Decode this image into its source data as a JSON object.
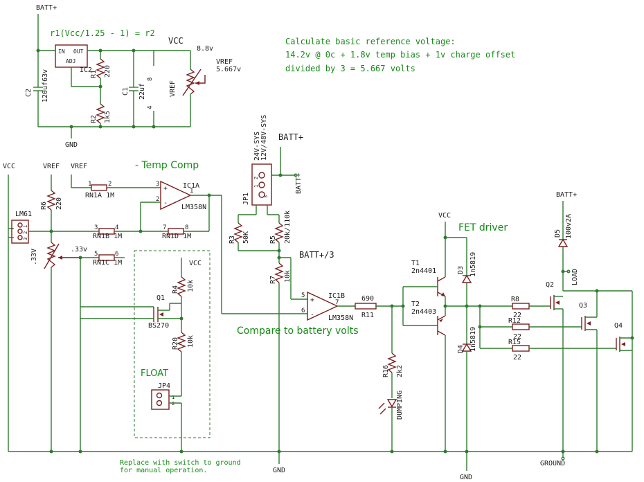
{
  "title_formula": "r1(Vcc/1.25 - 1) = r2",
  "calc_notes": [
    "Calculate basic reference voltage:",
    "14.2v @ 0c + 1.8v temp bias + 1v charge offset",
    "divided by 3 = 5.667 volts"
  ],
  "section_titles": {
    "temp_comp": "- Temp Comp",
    "fet_driver": "FET driver",
    "compare": "Compare to battery volts",
    "float": "FLOAT"
  },
  "footer_note": [
    "Replace with switch to ground",
    "for manual operation."
  ],
  "nets": {
    "batt_plus_top": "BATT+",
    "vcc_top": "VCC",
    "vref_top": "VREF",
    "vref_value": "5.667v",
    "vcc_value": "8.8v",
    "gnd_top": "GND",
    "vcc_left": "VCC",
    "vref_left": "VREF",
    "vref_mid": "VREF",
    "batt_plus_mid": "BATT+",
    "batt_plus_mid_rot": "BATT+",
    "batt_div3": "BATT+/3",
    "vcc_float": "VCC",
    "vcc_fet": "VCC",
    "batt_plus_right": "BATT+",
    "load": "LOAD",
    "gnd_bottom1": "GND",
    "gnd_bottom2": "GND",
    "ground": "GROUND",
    "v033_a": ".33V",
    "v033_b": ".33v"
  },
  "parts": {
    "ic2": {
      "ref": "IC2",
      "in": "IN",
      "out": "OUT",
      "adj": "ADJ"
    },
    "c2": {
      "ref": "C2",
      "value": "120uf63v"
    },
    "r1": {
      "ref": "R1",
      "value": "220"
    },
    "r2": {
      "ref": "R2",
      "value": "1k5"
    },
    "c1": {
      "ref": "C1",
      "value": "22uf"
    },
    "vref_pot": {
      "ref": "VREF"
    },
    "pin8": "8",
    "pin4": "4",
    "lm61": {
      "ref": "LM61",
      "pins": [
        "1",
        "2",
        "3"
      ]
    },
    "r6": {
      "ref": "R6",
      "value": "220"
    },
    "rn1a": {
      "ref": "RN1A 1M",
      "p1": "1",
      "p2": "2"
    },
    "rn1b": {
      "ref": "RN1B 1M",
      "p1": "3",
      "p2": "4"
    },
    "rn1c": {
      "ref": "RN1C 1M",
      "p1": "5",
      "p2": "6"
    },
    "rn1d": {
      "ref": "RN1D 1M",
      "p1": "7",
      "p2": "8"
    },
    "ic1a": {
      "ref": "IC1A",
      "part": "LM358N",
      "pin3": "3",
      "pin2": "2",
      "pin1": "1"
    },
    "jp1": {
      "ref": "JP1",
      "opt1": "24V-SYS",
      "opt2": "12V/48V-SYS",
      "pins": [
        "2",
        "1",
        "3"
      ]
    },
    "r3": {
      "ref": "R3",
      "value": "50K"
    },
    "r5": {
      "ref": "R5",
      "value": "20k/110k"
    },
    "r7": {
      "ref": "R7",
      "value": "10k"
    },
    "ic1b": {
      "ref": "IC1B",
      "part": "LM358N",
      "pin5": "5",
      "pin6": "6",
      "pin7": "7"
    },
    "r11": {
      "ref": "R11",
      "value": "690"
    },
    "r4": {
      "ref": "R4",
      "value": "10k"
    },
    "r20": {
      "ref": "R20",
      "value": "10k"
    },
    "q1": {
      "ref": "Q1",
      "part": "BS270"
    },
    "jp4": {
      "ref": "JP4",
      "pins": [
        "1",
        "2"
      ]
    },
    "r16": {
      "ref": "R16",
      "value": "2k2"
    },
    "led": {
      "ref": "DUMPING"
    },
    "t1": {
      "ref": "T1",
      "part": "2n4401"
    },
    "t2": {
      "ref": "T2",
      "part": "2n4403"
    },
    "d3": {
      "ref": "D3",
      "part": "1n5819"
    },
    "d4": {
      "ref": "D4",
      "part": "1n5819"
    },
    "d5": {
      "ref": "D5",
      "part": "100v2A"
    },
    "r8": {
      "ref": "R8",
      "value": "22"
    },
    "r12": {
      "ref": "R12",
      "value": "22"
    },
    "r15": {
      "ref": "R15",
      "value": "22"
    },
    "q2": {
      "ref": "Q2"
    },
    "q3": {
      "ref": "Q3"
    },
    "q4": {
      "ref": "Q4"
    }
  }
}
